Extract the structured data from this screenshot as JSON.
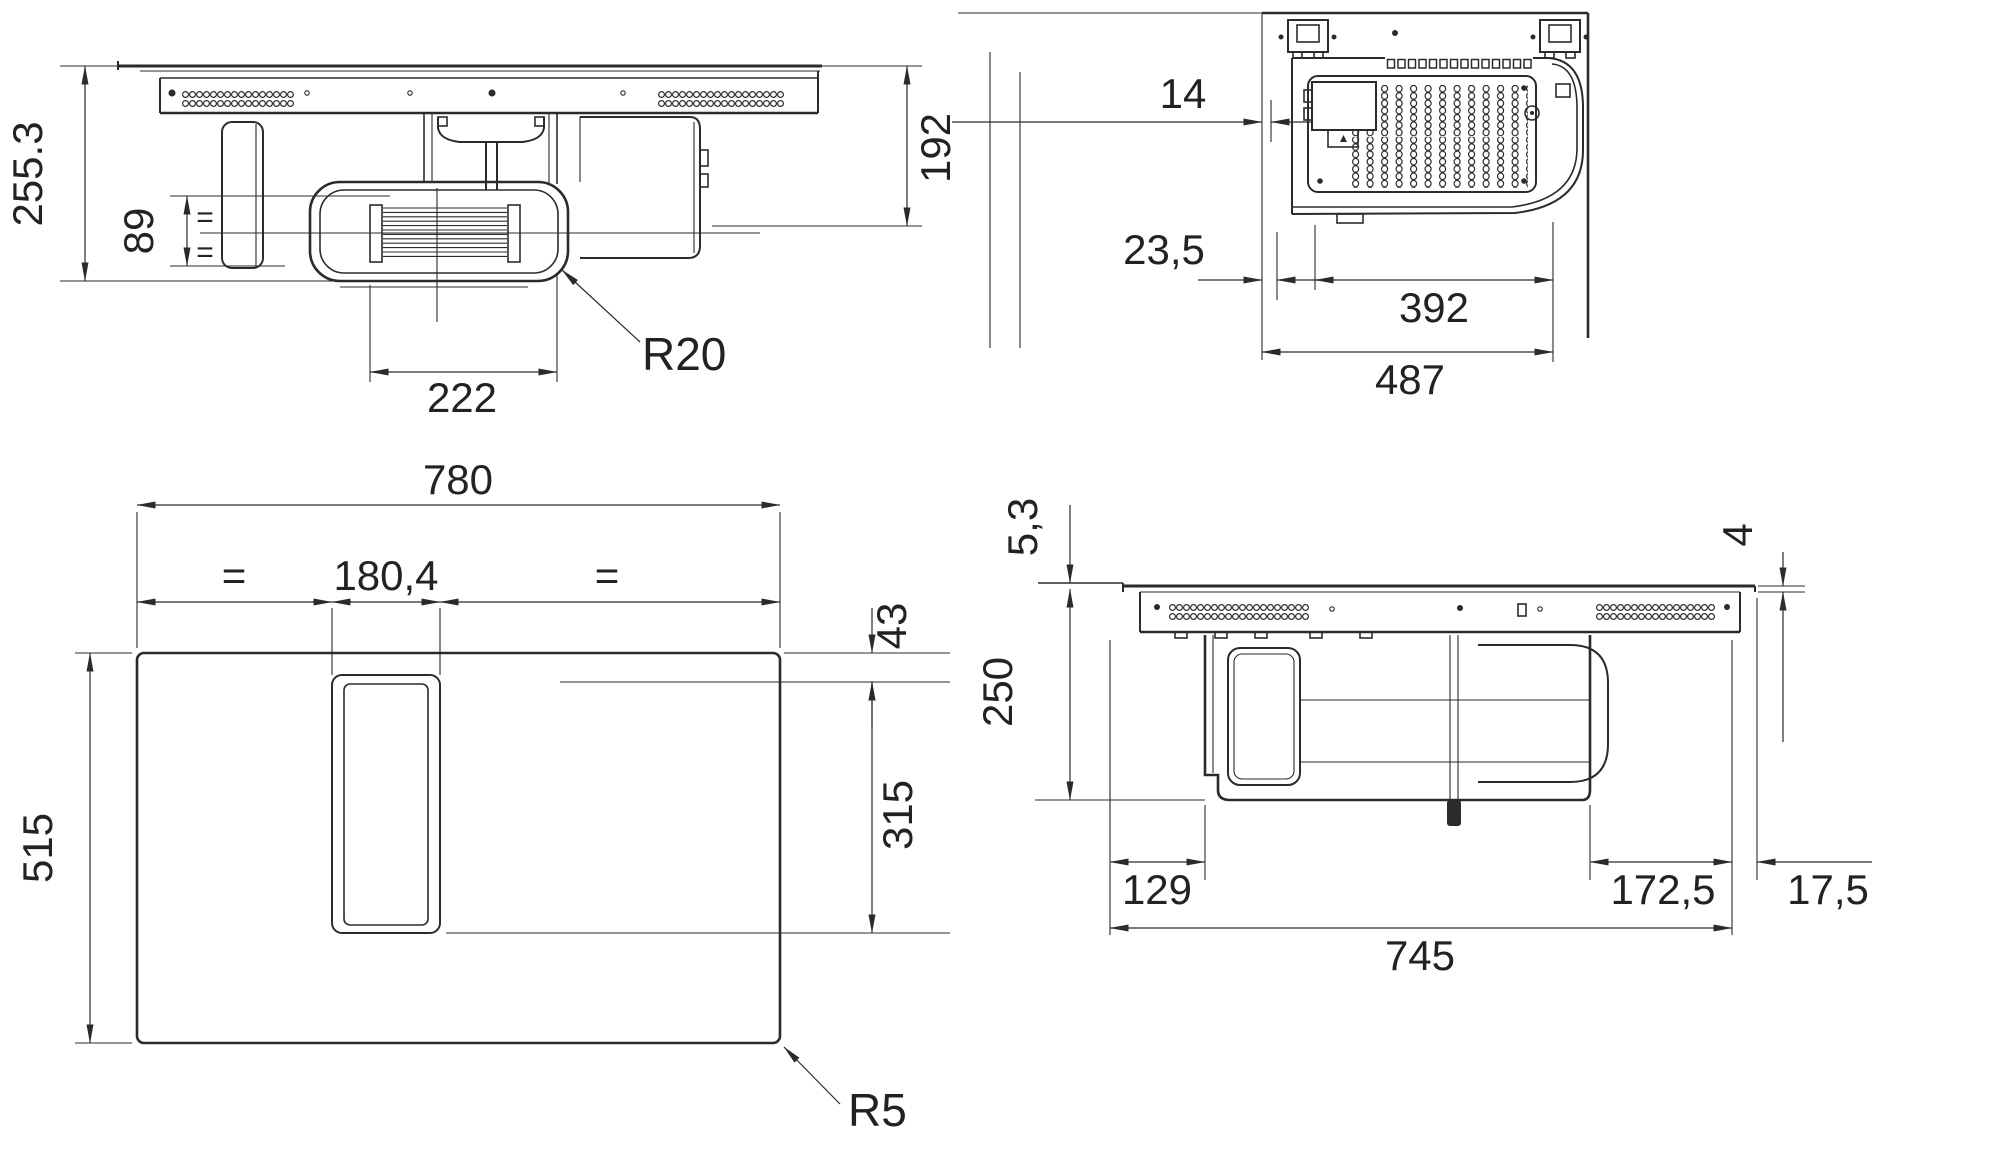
{
  "drawing": {
    "type": "technical-dimension-drawing",
    "views": [
      "front-elevation",
      "bottom-view",
      "plan-view",
      "side-elevation"
    ],
    "line_color": "#2b2b2b",
    "background": "#ffffff"
  },
  "dims": {
    "front": {
      "h": "255.3",
      "fan_h": "89",
      "fan_w": "222",
      "r": "R20",
      "right_h": "192",
      "eq": "="
    },
    "bottom": {
      "edge": "14",
      "inset": "23,5",
      "plate": "392",
      "overall": "487"
    },
    "plan": {
      "w": "780",
      "eq": "=",
      "slot": "180,4",
      "off": "43",
      "len": "315",
      "d": "515",
      "r": "R5"
    },
    "side": {
      "proud": "5,3",
      "glass": "4",
      "below": "250",
      "front": "129",
      "rear": "172,5",
      "gap": "17,5",
      "total": "745"
    }
  }
}
